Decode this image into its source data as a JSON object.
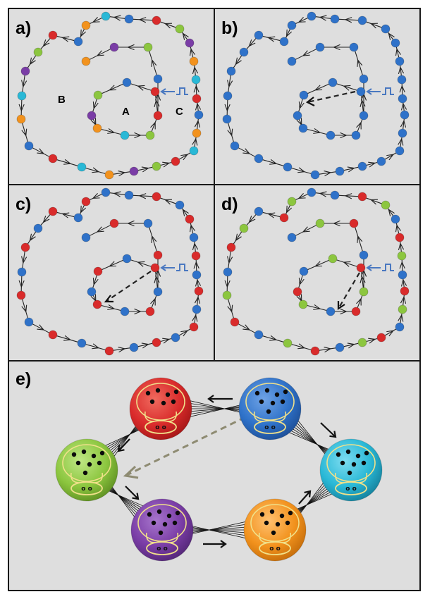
{
  "panels": {
    "a": {
      "label": "a)"
    },
    "b": {
      "label": "b)"
    },
    "c": {
      "label": "c)"
    },
    "d": {
      "label": "d)"
    },
    "e": {
      "label": "e)"
    }
  },
  "regions": {
    "A": "A",
    "B": "B",
    "C": "C"
  },
  "colors": {
    "red": "#d92b2b",
    "blue": "#2f72c9",
    "green": "#8cc63f",
    "purple": "#7a3da6",
    "orange": "#f2921d",
    "cyan": "#29b8d6",
    "stimulus": "#4a78c0",
    "panel_background": "#dedede"
  },
  "node_colors": {
    "a": [
      "blue",
      "red",
      "green",
      "purple",
      "orange",
      "cyan",
      "red",
      "blue",
      "orange",
      "cyan",
      "red",
      "green",
      "purple",
      "orange",
      "cyan",
      "red",
      "blue",
      "orange",
      "cyan",
      "purple",
      "green",
      "red",
      "blue",
      "orange",
      "cyan",
      "red",
      "blue",
      "green",
      "purple",
      "orange",
      "cyan",
      "green",
      "red",
      "blue",
      "green",
      "purple",
      "orange",
      "cyan",
      "red"
    ],
    "b": [
      "blue",
      "blue",
      "blue",
      "blue",
      "blue",
      "blue",
      "blue",
      "blue",
      "blue",
      "blue",
      "blue",
      "blue",
      "blue",
      "blue",
      "blue",
      "blue",
      "blue",
      "blue",
      "blue",
      "blue",
      "blue",
      "blue",
      "blue",
      "blue",
      "blue",
      "blue",
      "blue",
      "blue",
      "blue",
      "blue",
      "blue",
      "blue",
      "blue",
      "blue",
      "blue",
      "blue",
      "blue",
      "blue",
      "blue"
    ],
    "c": [
      "blue",
      "red",
      "blue",
      "red",
      "blue",
      "red",
      "blue",
      "red",
      "blue",
      "red",
      "blue",
      "red",
      "blue",
      "red",
      "blue",
      "red",
      "blue",
      "red",
      "blue",
      "red",
      "blue",
      "red",
      "blue",
      "red",
      "blue",
      "red",
      "blue",
      "red",
      "blue",
      "red",
      "blue",
      "red",
      "blue",
      "red",
      "blue",
      "red",
      "blue",
      "red",
      "red"
    ],
    "d": [
      "blue",
      "red",
      "green",
      "blue",
      "red",
      "green",
      "blue",
      "red",
      "green",
      "blue",
      "red",
      "green",
      "blue",
      "red",
      "green",
      "blue",
      "red",
      "green",
      "blue",
      "red",
      "green",
      "blue",
      "red",
      "green",
      "blue",
      "red",
      "green",
      "blue",
      "red",
      "green",
      "blue",
      "red",
      "green",
      "blue",
      "red",
      "green",
      "blue",
      "red",
      "red"
    ]
  },
  "assemblies": [
    {
      "id": "red",
      "color": "#d92b2b",
      "neurons": 7,
      "ring": "o o"
    },
    {
      "id": "blue",
      "color": "#2f72c9",
      "neurons": 8,
      "ring": "o o"
    },
    {
      "id": "cyan",
      "color": "#29b8d6",
      "neurons": 8,
      "ring": "o o"
    },
    {
      "id": "orange",
      "color": "#f2921d",
      "neurons": 8,
      "ring": "o o"
    },
    {
      "id": "purple",
      "color": "#7a3da6",
      "neurons": 8,
      "ring": "o o"
    },
    {
      "id": "green",
      "color": "#8cc63f",
      "neurons": 8,
      "ring": "o o"
    }
  ]
}
